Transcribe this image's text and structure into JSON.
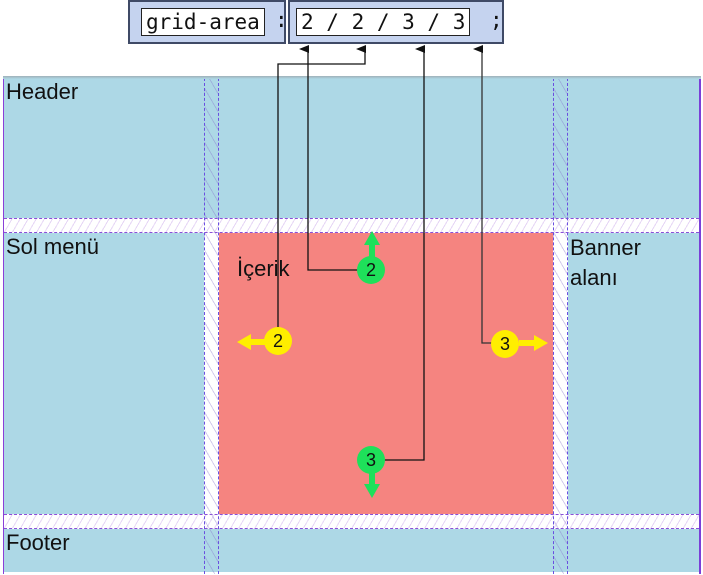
{
  "code": {
    "property": "grid-area",
    "colon": ":",
    "value": "2 / 2 / 3 / 3",
    "semicolon": ";"
  },
  "cells": {
    "header": "Header",
    "sidebar": "Sol menü",
    "content": "İçerik",
    "banner_line1": "Banner",
    "banner_line2": "alanı",
    "footer": "Footer"
  },
  "markers": {
    "row_start": "2",
    "column_start": "2",
    "row_end": "3",
    "column_end": "3"
  },
  "colors": {
    "cell": "#add8e6",
    "content": "#f58480",
    "row_marker": "#1ee05a",
    "column_marker": "#ffee00",
    "code_box": "#c5d3ef",
    "grid_line": "#8a4fd8"
  }
}
